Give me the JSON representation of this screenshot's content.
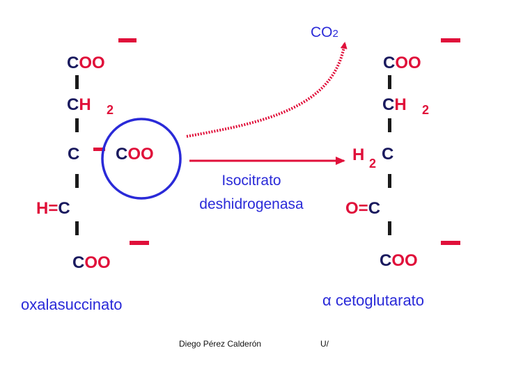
{
  "diagram": {
    "left_molecule": {
      "coo_top_c": "C",
      "coo_top_o": "OO",
      "ch2_c": "C",
      "ch2_h": "H",
      "ch2_sub": "2",
      "center_c": "C",
      "side_coo_c": "C",
      "side_coo_o": "OO",
      "h_eq": "H=",
      "h_c": "C",
      "coo_bottom_c": "C",
      "coo_bottom_o": "OO",
      "name": "oxalasuccinato"
    },
    "right_molecule": {
      "coo_top_c": "C",
      "coo_top_o": "OO",
      "ch2_c": "C",
      "ch2_h": "H",
      "ch2_sub": "2",
      "h2_h": "H",
      "h2_sub": "2",
      "h2_c": "C",
      "o_eq": "O=",
      "o_c": "C",
      "coo_bottom_c": "C",
      "coo_bottom_o": "OO",
      "name": "α cetoglutarato"
    },
    "co2": {
      "main": "CO",
      "sub": "2"
    },
    "enzyme": {
      "line1": "Isocitrato",
      "line2": "deshidrogenasa"
    },
    "footer": {
      "author": "Diego Pérez Calderón",
      "fragment": "U/"
    }
  },
  "colors": {
    "atom_c": "#1a1a5e",
    "atom_o": "#e0103a",
    "blue": "#2a2ad8",
    "minus": "#e0103a",
    "bond": "#1a1a1a"
  }
}
